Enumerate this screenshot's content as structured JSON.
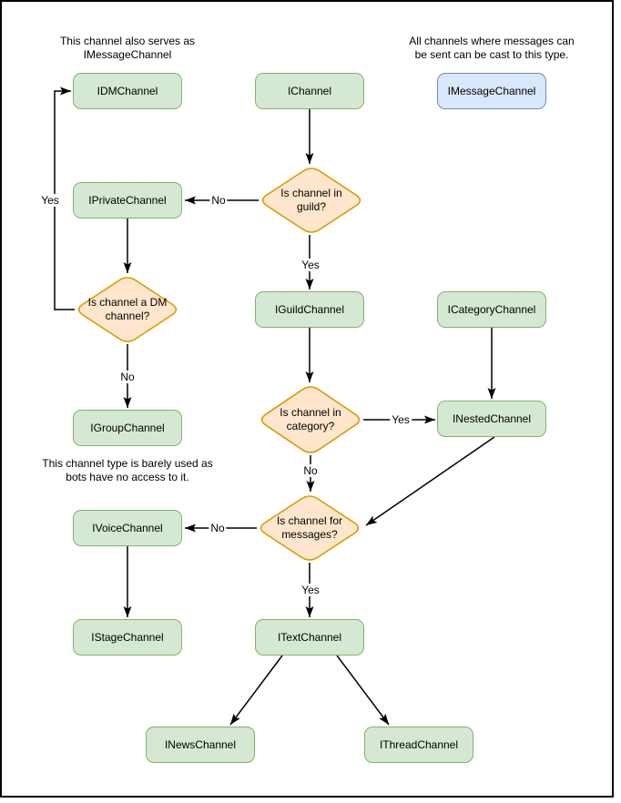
{
  "diagram": {
    "kind": "flowchart",
    "subject": "Discord channel interface hierarchy"
  },
  "colors": {
    "node_green_fill": "#d5e8d4",
    "node_green_stroke": "#82b366",
    "node_blue_fill": "#dae8fc",
    "node_blue_stroke": "#6c8ebf",
    "decision_fill": "#ffe6cc",
    "decision_stroke": "#d79b00",
    "edge_stroke": "#000000",
    "frame_stroke": "#000000",
    "background": "#ffffff"
  },
  "notes": {
    "dm_serves": "This channel also serves as\nIMessageChannel",
    "message_cast": "All channels where messages can\nbe sent can be cast to this type.",
    "group_barely_used": "This channel type is barely used as\nbots have no access to it."
  },
  "nodes": {
    "idmchannel": {
      "label": "IDMChannel"
    },
    "ichannel": {
      "label": "IChannel"
    },
    "imessagechannel": {
      "label": "IMessageChannel"
    },
    "iprivatechannel": {
      "label": "IPrivateChannel"
    },
    "iguildchannel": {
      "label": "IGuildChannel"
    },
    "icategorychannel": {
      "label": "ICategoryChannel"
    },
    "igroupchannel": {
      "label": "IGroupChannel"
    },
    "inestedchannel": {
      "label": "INestedChannel"
    },
    "ivoicechannel": {
      "label": "IVoiceChannel"
    },
    "istagechannel": {
      "label": "IStageChannel"
    },
    "itextchannel": {
      "label": "ITextChannel"
    },
    "inewschannel": {
      "label": "INewsChannel"
    },
    "ithreadchannel": {
      "label": "IThreadChannel"
    }
  },
  "decisions": {
    "in_guild": {
      "question": "Is channel in guild?"
    },
    "is_dm": {
      "question": "Is channel a DM channel?"
    },
    "in_category": {
      "question": "Is channel in category?"
    },
    "for_messages": {
      "question": "Is channel for messages?"
    }
  },
  "edge_labels": {
    "guild_no": "No",
    "guild_yes": "Yes",
    "dm_yes": "Yes",
    "dm_no": "No",
    "category_yes": "Yes",
    "category_no": "No",
    "messages_no": "No",
    "messages_yes": "Yes"
  },
  "edges": [
    {
      "from": "IChannel",
      "to": "Is channel in guild?",
      "label": ""
    },
    {
      "from": "Is channel in guild?",
      "to": "IPrivateChannel",
      "label": "No"
    },
    {
      "from": "Is channel in guild?",
      "to": "IGuildChannel",
      "label": "Yes"
    },
    {
      "from": "IPrivateChannel",
      "to": "Is channel a DM channel?",
      "label": ""
    },
    {
      "from": "Is channel a DM channel?",
      "to": "IDMChannel",
      "label": "Yes"
    },
    {
      "from": "Is channel a DM channel?",
      "to": "IGroupChannel",
      "label": "No"
    },
    {
      "from": "IGuildChannel",
      "to": "Is channel in category?",
      "label": ""
    },
    {
      "from": "Is channel in category?",
      "to": "INestedChannel",
      "label": "Yes"
    },
    {
      "from": "ICategoryChannel",
      "to": "INestedChannel",
      "label": ""
    },
    {
      "from": "INestedChannel",
      "to": "Is channel for messages?",
      "label": ""
    },
    {
      "from": "Is channel in category?",
      "to": "Is channel for messages?",
      "label": "No"
    },
    {
      "from": "Is channel for messages?",
      "to": "IVoiceChannel",
      "label": "No"
    },
    {
      "from": "Is channel for messages?",
      "to": "ITextChannel",
      "label": "Yes"
    },
    {
      "from": "IVoiceChannel",
      "to": "IStageChannel",
      "label": ""
    },
    {
      "from": "ITextChannel",
      "to": "INewsChannel",
      "label": ""
    },
    {
      "from": "ITextChannel",
      "to": "IThreadChannel",
      "label": ""
    }
  ]
}
